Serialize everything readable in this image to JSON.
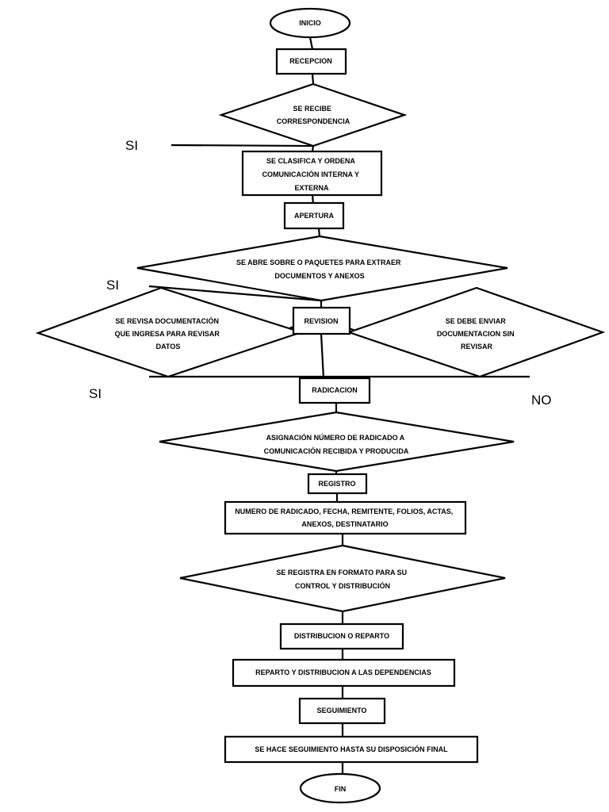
{
  "nodes": {
    "inicio": "INICIO",
    "recepcion": "RECEPCION",
    "recibe": [
      "SE RECIBE",
      "CORRESPONDENCIA"
    ],
    "clasifica": [
      "SE CLASIFICA Y ORDENA",
      "COMUNICACIÓN INTERNA Y",
      "EXTERNA"
    ],
    "apertura": "APERTURA",
    "abre": [
      "SE ABRE SOBRE O PAQUETES PARA EXTRAER",
      "DOCUMENTOS Y ANEXOS"
    ],
    "revisa": [
      "SE REVISA DOCUMENTACIÓN",
      "QUE INGRESA PARA REVISAR",
      "DATOS"
    ],
    "revision": "REVISION",
    "enviar": [
      "SE DEBE ENVIAR",
      "DOCUMENTACION SIN",
      "REVISAR"
    ],
    "radicacion": "RADICACION",
    "asignacion": [
      "ASIGNACIÓN NÚMERO DE RADICADO A",
      "COMUNICACIÓN RECIBIDA Y PRODUCIDA"
    ],
    "registro": "REGISTRO",
    "numero": [
      "NUMERO DE RADICADO, FECHA, REMITENTE, FOLIOS, ACTAS,",
      "ANEXOS, DESTINATARIO"
    ],
    "formato": [
      "SE REGISTRA EN FORMATO PARA SU",
      "CONTROL Y DISTRIBUCIÓN"
    ],
    "distribucion": "DISTRIBUCION  O REPARTO",
    "reparto": "REPARTO Y DISTRIBUCION A LAS DEPENDENCIAS",
    "seguimiento": "SEGUIMIENTO",
    "hace": "SE HACE SEGUIMIENTO HASTA SU DISPOSICIÓN FINAL",
    "fin": "FIN"
  },
  "side_labels": {
    "si_1": "SI",
    "si_2": "SI",
    "si_3": "SI",
    "no": "NO"
  }
}
